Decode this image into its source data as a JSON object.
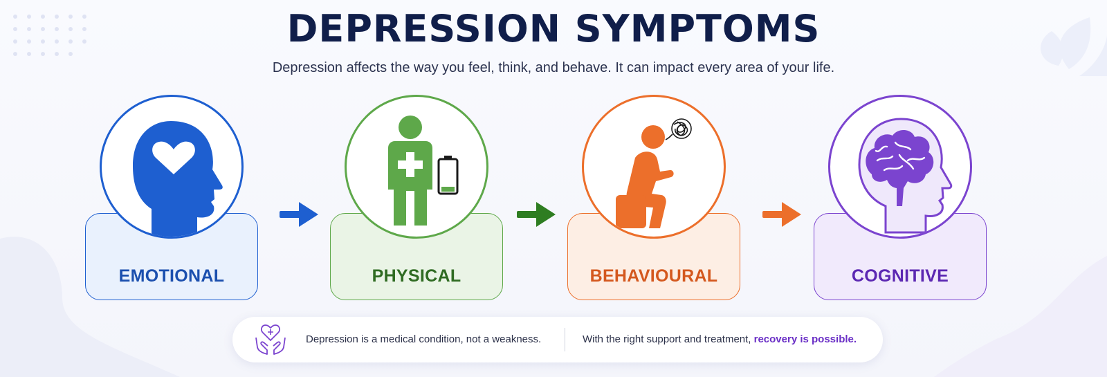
{
  "title": "DEPRESSION SYMPTOMS",
  "subtitle": "Depression affects the way you feel, think, and behave. It can impact every area of your life.",
  "categories": [
    {
      "label": "EMOTIONAL",
      "icon": "head-heart-icon",
      "color": "#1e5fd0",
      "label_color": "#1b4fae",
      "fill": "#e9f1fd"
    },
    {
      "label": "PHYSICAL",
      "icon": "body-low-battery-icon",
      "color": "#5ea84a",
      "label_color": "#2f6b22",
      "fill": "#eaf4e6"
    },
    {
      "label": "BEHAVIOURAL",
      "icon": "sitting-person-worry-icon",
      "color": "#ec6f2b",
      "label_color": "#d4581e",
      "fill": "#fdeee4"
    },
    {
      "label": "COGNITIVE",
      "icon": "head-brain-icon",
      "color": "#7b44cf",
      "label_color": "#5b27b2",
      "fill": "#f1eafc"
    }
  ],
  "arrows": [
    {
      "color": "#1e5fd0"
    },
    {
      "color": "#2e7d21"
    },
    {
      "color": "#ec6f2b"
    }
  ],
  "footer": {
    "icon": "caring-hands-heart-icon",
    "text_left": "Depression is a medical condition, not a weakness.",
    "text_right_prefix": "With the right support and treatment, ",
    "text_right_highlight": "recovery is possible."
  }
}
